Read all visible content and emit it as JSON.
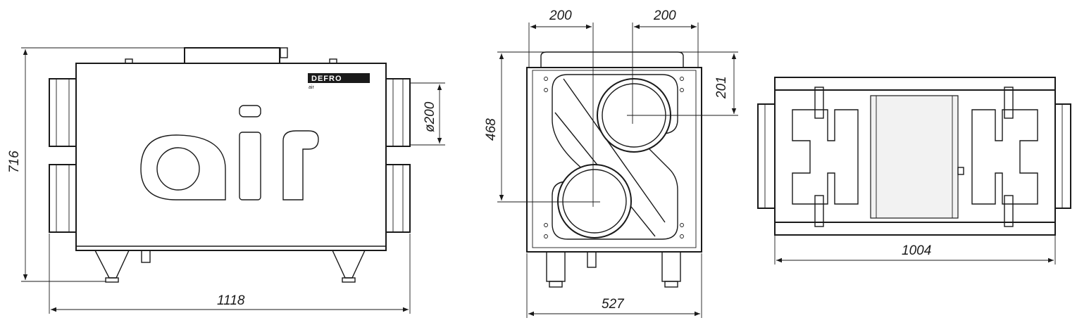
{
  "views": {
    "front": {
      "brand_logo": "DEFRO",
      "brand_sub": "air",
      "dimensions": {
        "height": "716",
        "width": "1118",
        "duct": "ø200"
      }
    },
    "side": {
      "dimensions": {
        "spacing_left": "200",
        "spacing_right": "200",
        "height": "468",
        "offset": "201",
        "width": "527"
      }
    },
    "top": {
      "dimensions": {
        "width": "1004"
      }
    }
  },
  "colors": {
    "line": "#1a1a1a",
    "background": "#ffffff"
  }
}
